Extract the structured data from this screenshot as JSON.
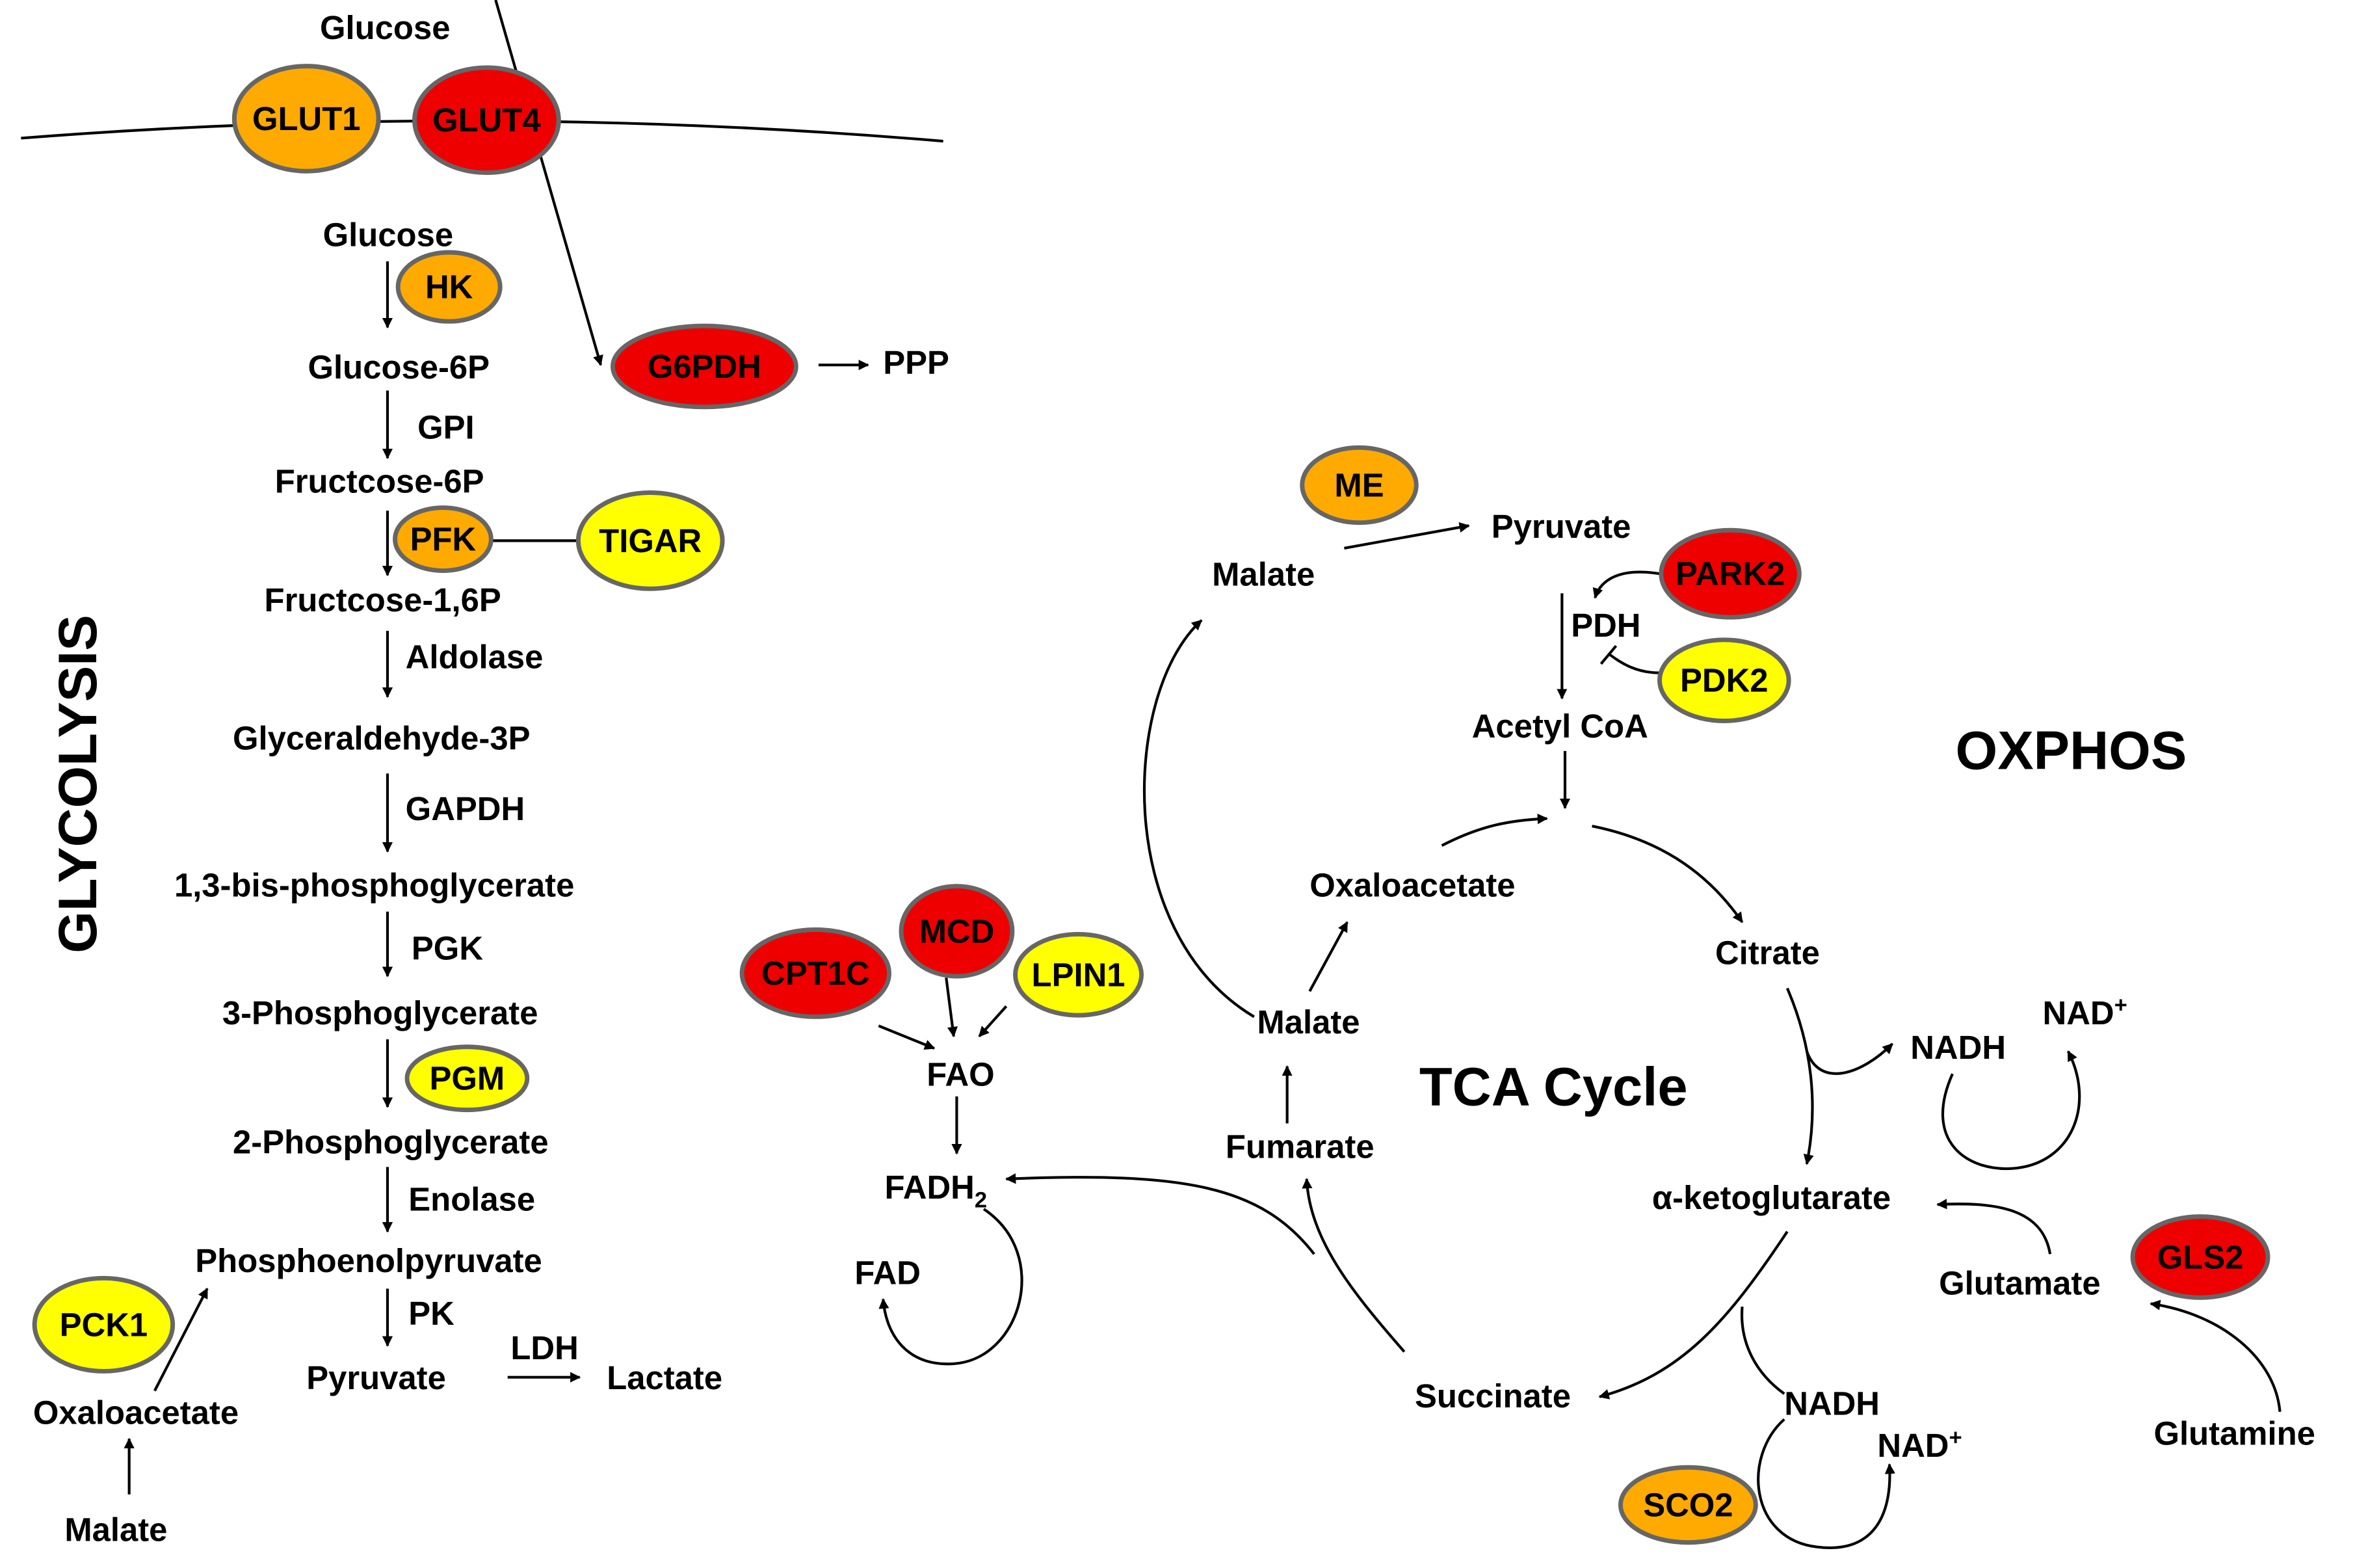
{
  "colors": {
    "orange": "#ffaa00",
    "red": "#ee0000",
    "yellow": "#ffff00",
    "outline": "#666666"
  },
  "titles": {
    "glycolysis": "GLYCOLYSIS",
    "oxphos": "OXPHOS",
    "tca": "TCA Cycle"
  },
  "glycolysis": {
    "glucose_out": "Glucose",
    "glucose": "Glucose",
    "g6p": "Glucose-6P",
    "gpi": "GPI",
    "f6p": "Fructcose-6P",
    "f16p": "Fructcose-1,6P",
    "aldolase": "Aldolase",
    "gap": "Glyceraldehyde-3P",
    "gapdh": "GAPDH",
    "bpg": "1,3-bis-phosphoglycerate",
    "pgk": "PGK",
    "pg3": "3-Phosphoglycerate",
    "pg2": "2-Phosphoglycerate",
    "enolase": "Enolase",
    "pep": "Phosphoenolpyruvate",
    "pk": "PK",
    "pyruvate": "Pyruvate",
    "ldh": "LDH",
    "lactate": "Lactate",
    "ppp": "PPP",
    "oxaloacetate": "Oxaloacetate",
    "malate": "Malate"
  },
  "fao": {
    "fao": "FAO",
    "fadh2": "FADH",
    "fadh2_sub": "2",
    "fad": "FAD"
  },
  "tca": {
    "malate_top": "Malate",
    "pyruvate": "Pyruvate",
    "pdh": "PDH",
    "acetyl_coa": "Acetyl CoA",
    "oxaloacetate": "Oxaloacetate",
    "citrate": "Citrate",
    "malate": "Malate",
    "fumarate": "Fumarate",
    "akg": "α-ketoglutarate",
    "succinate": "Succinate",
    "nadh_upper": "NADH",
    "nad_upper": "NAD",
    "nadh_lower": "NADH",
    "nad_lower": "NAD",
    "plus": "+",
    "glutamate": "Glutamate",
    "glutamine": "Glutamine"
  },
  "enzymes": {
    "glut1": "GLUT1",
    "glut4": "GLUT4",
    "hk": "HK",
    "g6pdh": "G6PDH",
    "pfk": "PFK",
    "tigar": "TIGAR",
    "pgm": "PGM",
    "pck1": "PCK1",
    "cpt1c": "CPT1C",
    "mcd": "MCD",
    "lpin1": "LPIN1",
    "me": "ME",
    "park2": "PARK2",
    "pdk2": "PDK2",
    "gls2": "GLS2",
    "sco2": "SCO2"
  }
}
